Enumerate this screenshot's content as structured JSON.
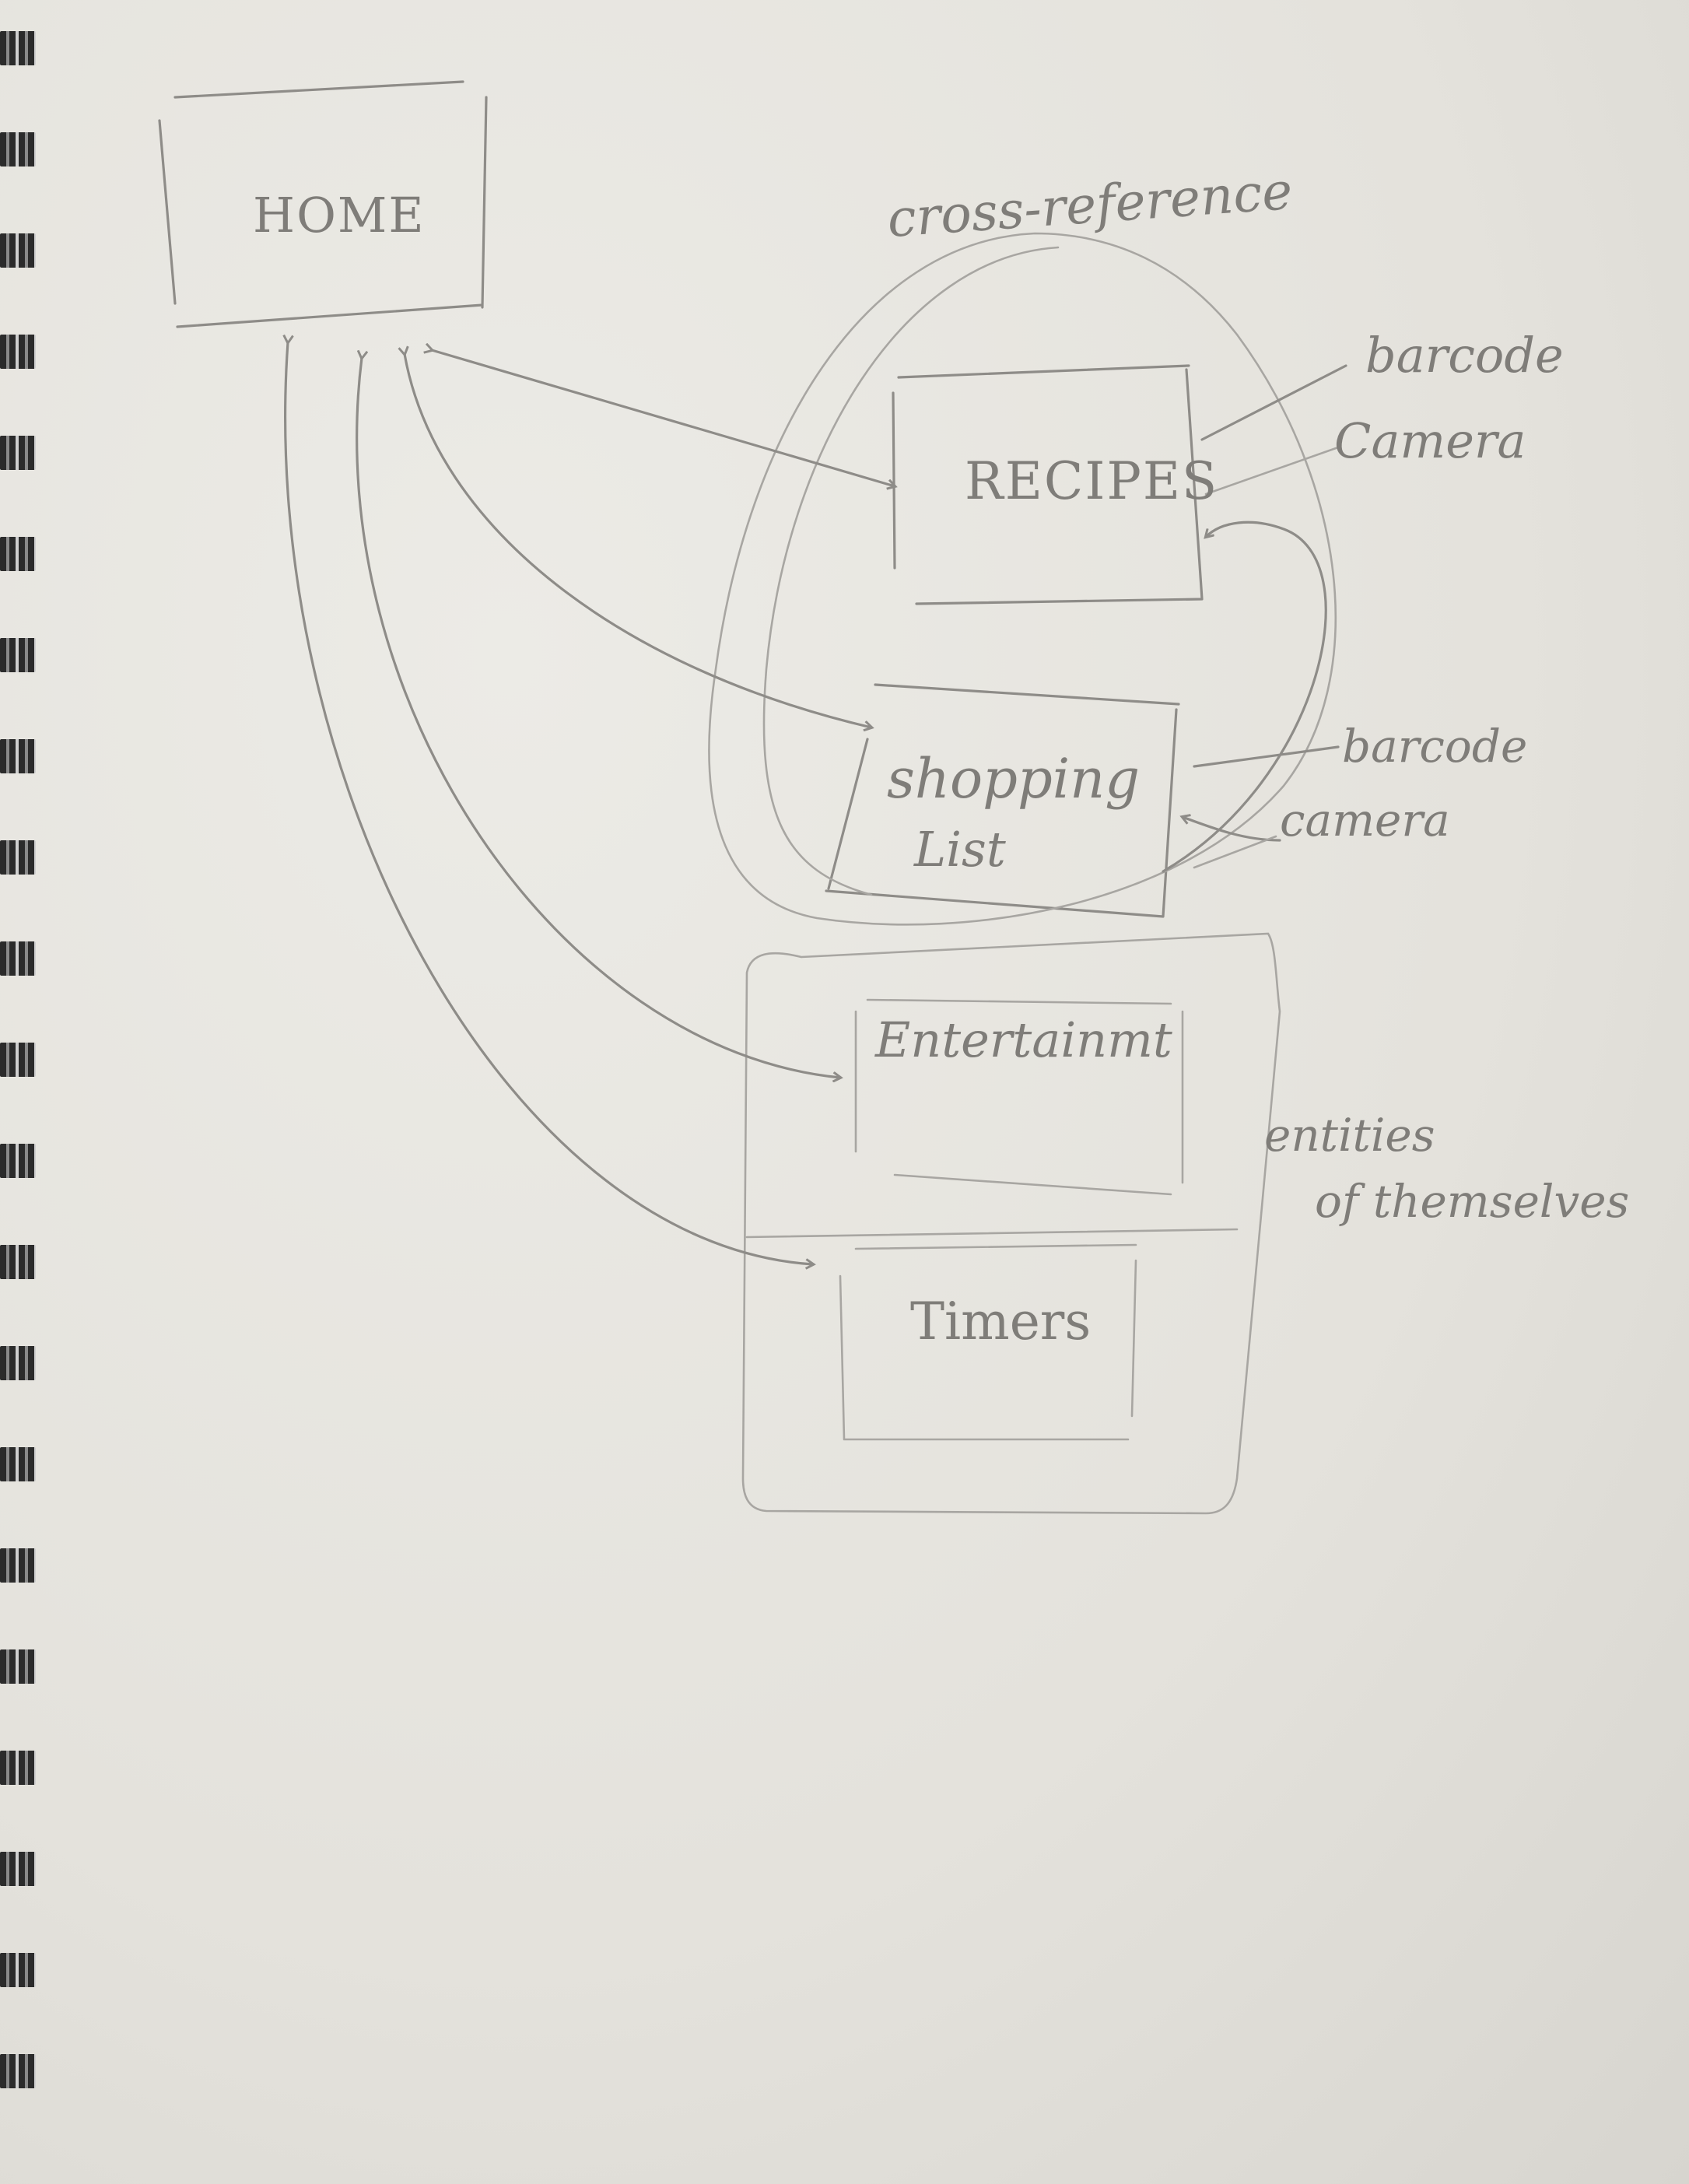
{
  "nodes": {
    "home": "HOME",
    "recipes": "RECIPES",
    "shopping_list_line1": "shopping",
    "shopping_list_line2": "List",
    "entertainment": "Entertainmt",
    "timers": "Timers"
  },
  "annotations": {
    "cross_reference": "cross-reference",
    "recipes_barcode": "barcode",
    "recipes_camera": "Camera",
    "shopping_barcode": "barcode",
    "shopping_camera": "camera",
    "entities_line1": "entities",
    "entities_line2": "of themselves"
  }
}
